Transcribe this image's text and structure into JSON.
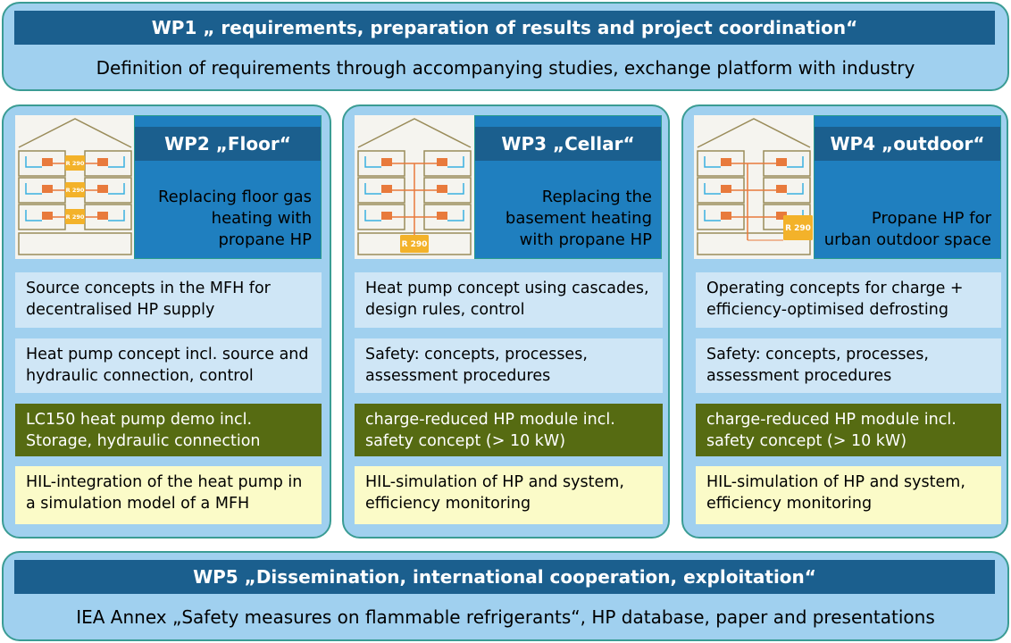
{
  "wp1": {
    "title": "WP1 „ requirements, preparation of results and project coordination“",
    "subtitle": "Definition of requirements through accompanying studies, exchange platform with industry"
  },
  "columns": [
    {
      "title": "WP2 „Floor“",
      "description": "Replacing floor gas heating with propane HP",
      "image_label": "R 290",
      "items": [
        "Source concepts in the MFH for decentralised HP supply",
        "Heat pump concept incl. source and hydraulic connection, control",
        "LC150 heat pump demo incl. Storage, hydraulic connection",
        "HIL-integration of the heat pump in a simulation model of a MFH"
      ]
    },
    {
      "title": "WP3 „Cellar“",
      "description": "Replacing the basement heating with propane HP",
      "image_label": "R 290",
      "items": [
        "Heat pump concept using cascades, design rules, control",
        "Safety: concepts, processes, assessment procedures",
        "charge-reduced HP module incl. safety concept (> 10 kW)",
        "HIL-simulation of HP and system, efficiency monitoring"
      ]
    },
    {
      "title": "WP4 „outdoor“",
      "description": "Propane HP for urban outdoor space",
      "image_label": "R 290",
      "items": [
        "Operating concepts for charge + efficiency-optimised defrosting",
        "Safety: concepts, processes, assessment procedures",
        "charge-reduced HP module incl. safety concept (> 10 kW)",
        "HIL-simulation of HP and system, efficiency monitoring"
      ]
    }
  ],
  "wp5": {
    "title": "WP5 „Dissemination, international cooperation, exploitation“",
    "subtitle": "IEA Annex „Safety measures on flammable refrigerants“, HP database, paper and presentations"
  },
  "colors": {
    "panel": "#a0d0ef",
    "header": "#1b5f8e",
    "box": "#1f7fbf",
    "olive": "#566b12",
    "yellow": "#fbfbc8",
    "light": "#cfe6f6"
  }
}
